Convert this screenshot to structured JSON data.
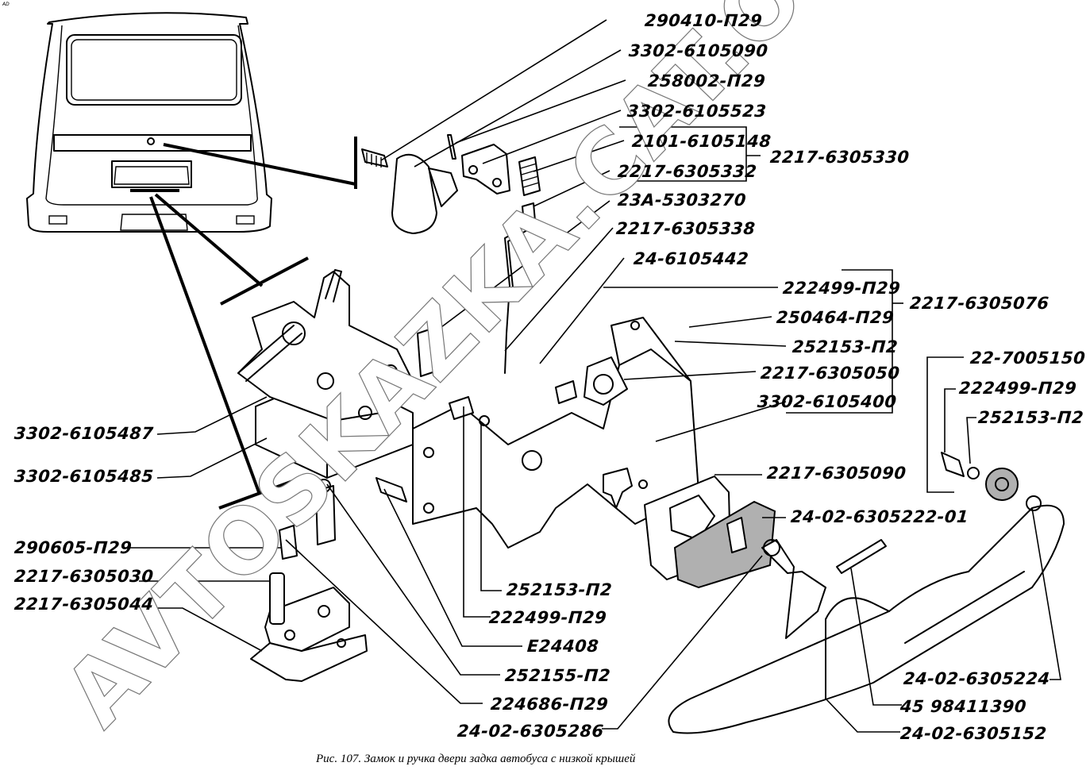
{
  "figure": {
    "caption": "Рис. 107. Замок и ручка двери задка автобуса с низкой крышей",
    "corner_mark": "AD",
    "watermark": "AVTOSKAZKA.CAT.ONLINE"
  },
  "labels": {
    "top_right_group": [
      "290410-П29",
      "3302-6105090",
      "258002-П29",
      "3302-6105523",
      "2101-6105148",
      "2217-6305332",
      "23А-5303270",
      "2217-6305338",
      "24-6105442"
    ],
    "assembly_lock_cylinder": "2217-6305330",
    "bracket_group": [
      "222499-П29",
      "250464-П29",
      "252153-П2",
      "2217-6305050",
      "3302-6105400"
    ],
    "assembly_bracket": "2217-6305076",
    "handle_fasteners": [
      "22-7005150",
      "222499-П29",
      "252153-П2"
    ],
    "handle_right": [
      "2217-6305090",
      "24-02-6305222-01"
    ],
    "lock_left": [
      "3302-6105487",
      "3302-6105485"
    ],
    "striker_left": [
      "290605-П29",
      "2217-6305030",
      "2217-6305044"
    ],
    "bottom_center": [
      "252153-П2",
      "222499-П29",
      "Е24408",
      "252155-П2",
      "224686-П29",
      "24-02-6305286"
    ],
    "bottom_right": [
      "24-02-6305224",
      "45 98411390",
      "24-02-6305152"
    ]
  }
}
